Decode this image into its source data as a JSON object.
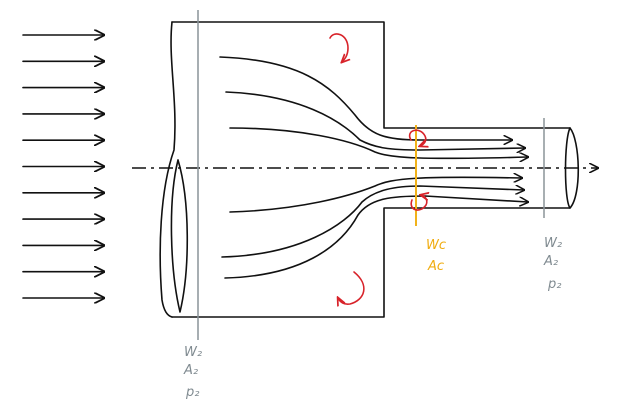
{
  "labels": {
    "inlet_velocity": "W₂",
    "inlet_area": "A₂",
    "inlet_pressure": "p₂",
    "contraction_velocity": "Wc",
    "contraction_area": "Ac",
    "outlet_velocity": "W₂",
    "outlet_area": "A₂",
    "outlet_pressure": "p₂"
  },
  "colors": {
    "ink": "#111111",
    "section_gray": "#8a9499",
    "vena_contracta_yellow": "#f1b21a",
    "vortex_red": "#d8232a"
  },
  "incoming_arrow_count": 11
}
